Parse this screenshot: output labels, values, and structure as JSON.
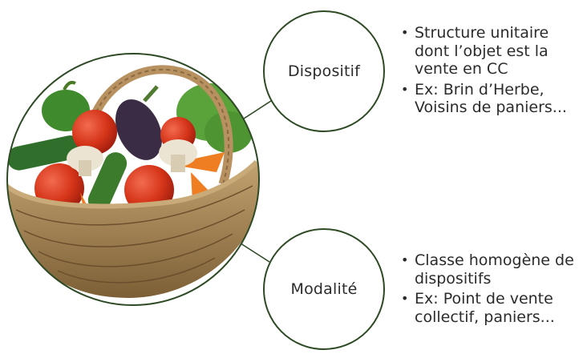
{
  "colors": {
    "circle_stroke": "#2e4a24",
    "connector": "#2e4a24",
    "text": "#2b2b2b",
    "basket": "#a88454",
    "tomato": "#d93520",
    "zucchini": "#2f6e2b",
    "lettuce": "#58a038",
    "eggplant": "#3b2c45",
    "mushroom": "#ece4d2",
    "carrot": "#ef7d22"
  },
  "image": {
    "subject": "basket-of-vegetables"
  },
  "nodes": [
    {
      "label": "Dispositif",
      "bullets": [
        "Structure unitaire dont l’objet est la vente en CC",
        "Ex: Brin d’Herbe, Voisins de paniers..."
      ]
    },
    {
      "label": "Modalité",
      "bullets": [
        "Classe homogène de dispositifs",
        "Ex: Point de vente collectif, paniers..."
      ]
    }
  ]
}
